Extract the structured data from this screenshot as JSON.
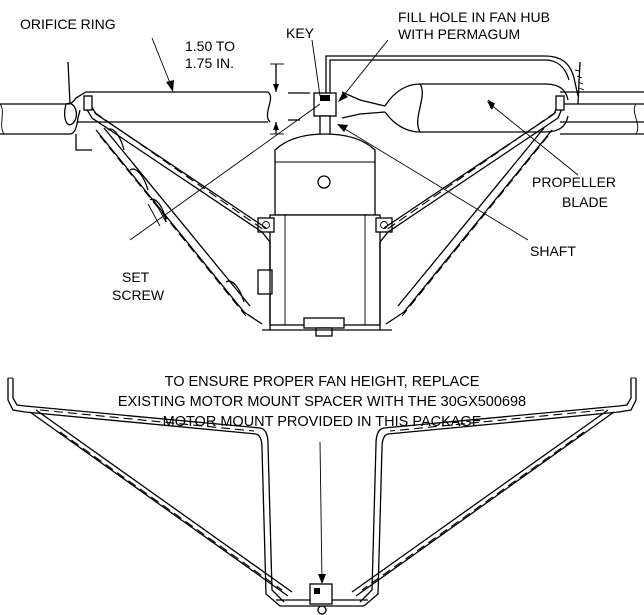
{
  "labels": {
    "orifice_ring": "ORIFICE RING",
    "dimension_line1": "1.50 TO",
    "dimension_line2": "1.75 IN.",
    "key": "KEY",
    "fill_hole_line1": "FILL HOLE IN FAN HUB",
    "fill_hole_line2": "WITH PERMAGUM",
    "propeller_line1": "PROPELLER",
    "propeller_line2": "BLADE",
    "shaft": "SHAFT",
    "set_screw_line1": "SET",
    "set_screw_line2": "SCREW"
  },
  "note": {
    "line1": "TO ENSURE PROPER FAN HEIGHT, REPLACE",
    "line2": "EXISTING MOTOR MOUNT SPACER WITH THE 30GX500698",
    "line3": "MOTOR MOUNT PROVIDED IN THIS PACKAGE"
  }
}
